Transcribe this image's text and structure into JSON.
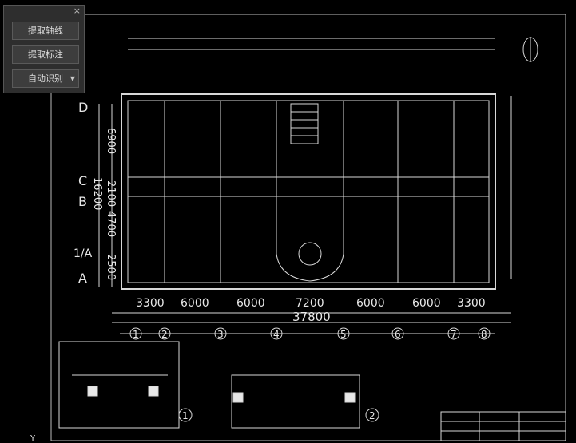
{
  "panel": {
    "close_icon": "×",
    "buttons": [
      {
        "label": "提取轴线"
      },
      {
        "label": "提取标注"
      },
      {
        "label": "自动识别"
      }
    ]
  },
  "drawing": {
    "axis_rows": [
      "D",
      "C",
      "B",
      "1/A",
      "A"
    ],
    "axis_cols": [
      "1",
      "2",
      "3",
      "4",
      "5",
      "6",
      "7",
      "8"
    ],
    "dim_vertical": [
      "6900",
      "2100",
      "4700",
      "2500"
    ],
    "dim_vertical_total": "16200",
    "dim_horizontal": [
      "3300",
      "6000",
      "6000",
      "7200",
      "6000",
      "6000",
      "3300"
    ],
    "dim_horizontal_total": "37800",
    "detail_labels": [
      "1",
      "2"
    ],
    "small_y_mark": "Y"
  },
  "colors": {
    "background": "#000000",
    "linework": "#d8d8d8",
    "panel_bg": "#2e2e2e",
    "button_bg": "#3d3d3d"
  }
}
